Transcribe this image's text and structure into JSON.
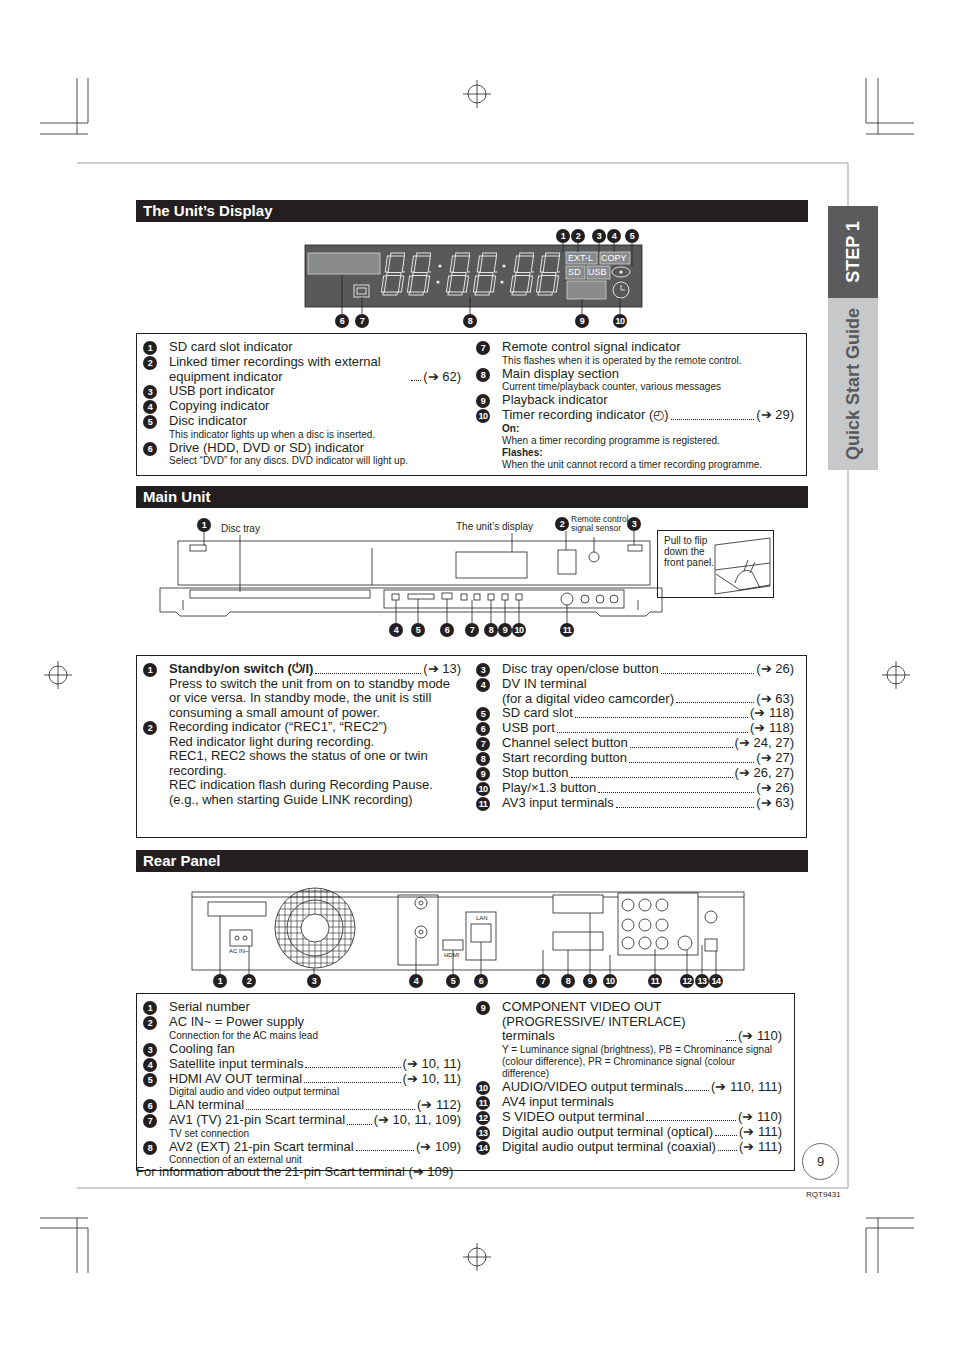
{
  "diagram": {
    "nodes": [
      {
        "text": [
          "STEP 1"
        ]
      },
      {
        "text": [
          "Quick Start Guide"
        ]
      },
      {
        "text": [
          "The Unit’s Display"
        ]
      },
      {
        "text": [
          "1",
          "SD card slot indicator",
          "2",
          "Linked timer recordings with external equipment indicator",
          "(➔ 62)",
          "3",
          "USB port indicator",
          "4",
          "Copying indicator",
          "5",
          "Disc indicator",
          "This indicator lights up when a disc is inserted.",
          "6",
          "Drive (HDD, DVD or SD) indicator",
          "Select “DVD” for any discs. DVD indicator will light up.",
          "7",
          "Remote control signal indicator",
          "This flashes when it is operated by the remote control.",
          "8",
          "Main display section",
          "Current time/playback counter, various messages",
          "9",
          "Playback indicator",
          "10",
          "Timer recording indicator (◴)",
          "(➔ 29)",
          "On:",
          "When a timer recording programme is registered.",
          "Flashes:",
          "When the unit cannot record a timer recording programme."
        ]
      },
      {
        "text": [
          "Main Unit"
        ]
      },
      {
        "text": [
          "Pull to flip down the front panel."
        ]
      },
      {
        "text": [
          "1",
          "Standby/on switch (⏻/I)",
          "(➔ 13)",
          "Press to switch the unit from on to standby mode or vice versa. In standby mode, the unit is still consuming a small amount of power.",
          "2",
          "Recording indicator (“REC1”, “REC2”)",
          "Red indicator light during recording.",
          "REC1, REC2 shows the status of one or twin recording.",
          "REC indication flash during Recording Pause. (e.g., when starting Guide LINK recording)",
          "3",
          "Disc tray open/close button",
          "(➔ 26)",
          "4",
          "DV IN terminal",
          "(for a digital video camcorder)",
          "(➔ 63)",
          "5",
          "SD card slot",
          "(➔ 118)",
          "6",
          "USB port",
          "(➔ 118)",
          "7",
          "Channel select button",
          "(➔ 24, 27)",
          "8",
          "Start recording button",
          "(➔ 27)",
          "9",
          "Stop button",
          "(➔ 26, 27)",
          "10",
          "Play/×1.3 button",
          "(➔ 26)",
          "11",
          "AV3 input terminals",
          "(➔ 63)"
        ]
      },
      {
        "text": [
          "Rear Panel"
        ]
      },
      {
        "text": [
          "1",
          "Serial number",
          "2",
          "AC IN~ = Power supply",
          "Connection for the AC mains lead",
          "3",
          "Cooling fan",
          "4",
          "Satellite input terminals",
          "(➔ 10, 11)",
          "5",
          "HDMI AV OUT terminal",
          "(➔ 10, 11)",
          "Digital audio and video output terminal",
          "6",
          "LAN terminal",
          "(➔ 112)",
          "7",
          "AV1 (TV) 21-pin Scart terminal",
          "(➔ 10, 11, 109)",
          "TV set connection",
          "8",
          "AV2 (EXT) 21-pin Scart terminal",
          "(➔ 109)",
          "Connection of an external unit",
          "9",
          "COMPONENT VIDEO OUT (PROGRESSIVE/ INTERLACE) terminals",
          "(➔ 110)",
          "Y = Luminance signal (brightness), PB = Chrominance signal (colour difference), PR = Chrominance signal (colour difference)",
          "10",
          "AUDIO/VIDEO output terminals",
          "(➔ 110, 111)",
          "11",
          "AV4 input terminals",
          "12",
          "S VIDEO output terminal",
          "(➔ 110)",
          "13",
          "Digital audio output terminal (optical)",
          "(➔ 111)",
          "14",
          "Digital audio output terminal (coaxial)",
          "(➔ 111)"
        ]
      },
      {
        "text": [
          "9"
        ]
      }
    ],
    "labels": [
      "1",
      "2",
      "3",
      "4",
      "5",
      "EXT-L",
      "COPY",
      "SD",
      "USB",
      "6",
      "7",
      "8",
      "9",
      "10",
      "1",
      "Disc tray",
      "The unit’s display",
      "2",
      "Remote control signal sensor",
      "3",
      "4",
      "5",
      "6",
      "7",
      "8",
      "9",
      "10",
      "11",
      "1",
      "2",
      "3",
      "4",
      "5",
      "6",
      "7",
      "8",
      "9",
      "10",
      "11",
      "12",
      "13",
      "14",
      "AC IN~",
      "LAN",
      "HDMI",
      "For information about the 21-pin Scart terminal (➔ 109)",
      "RQT9431"
    ]
  }
}
